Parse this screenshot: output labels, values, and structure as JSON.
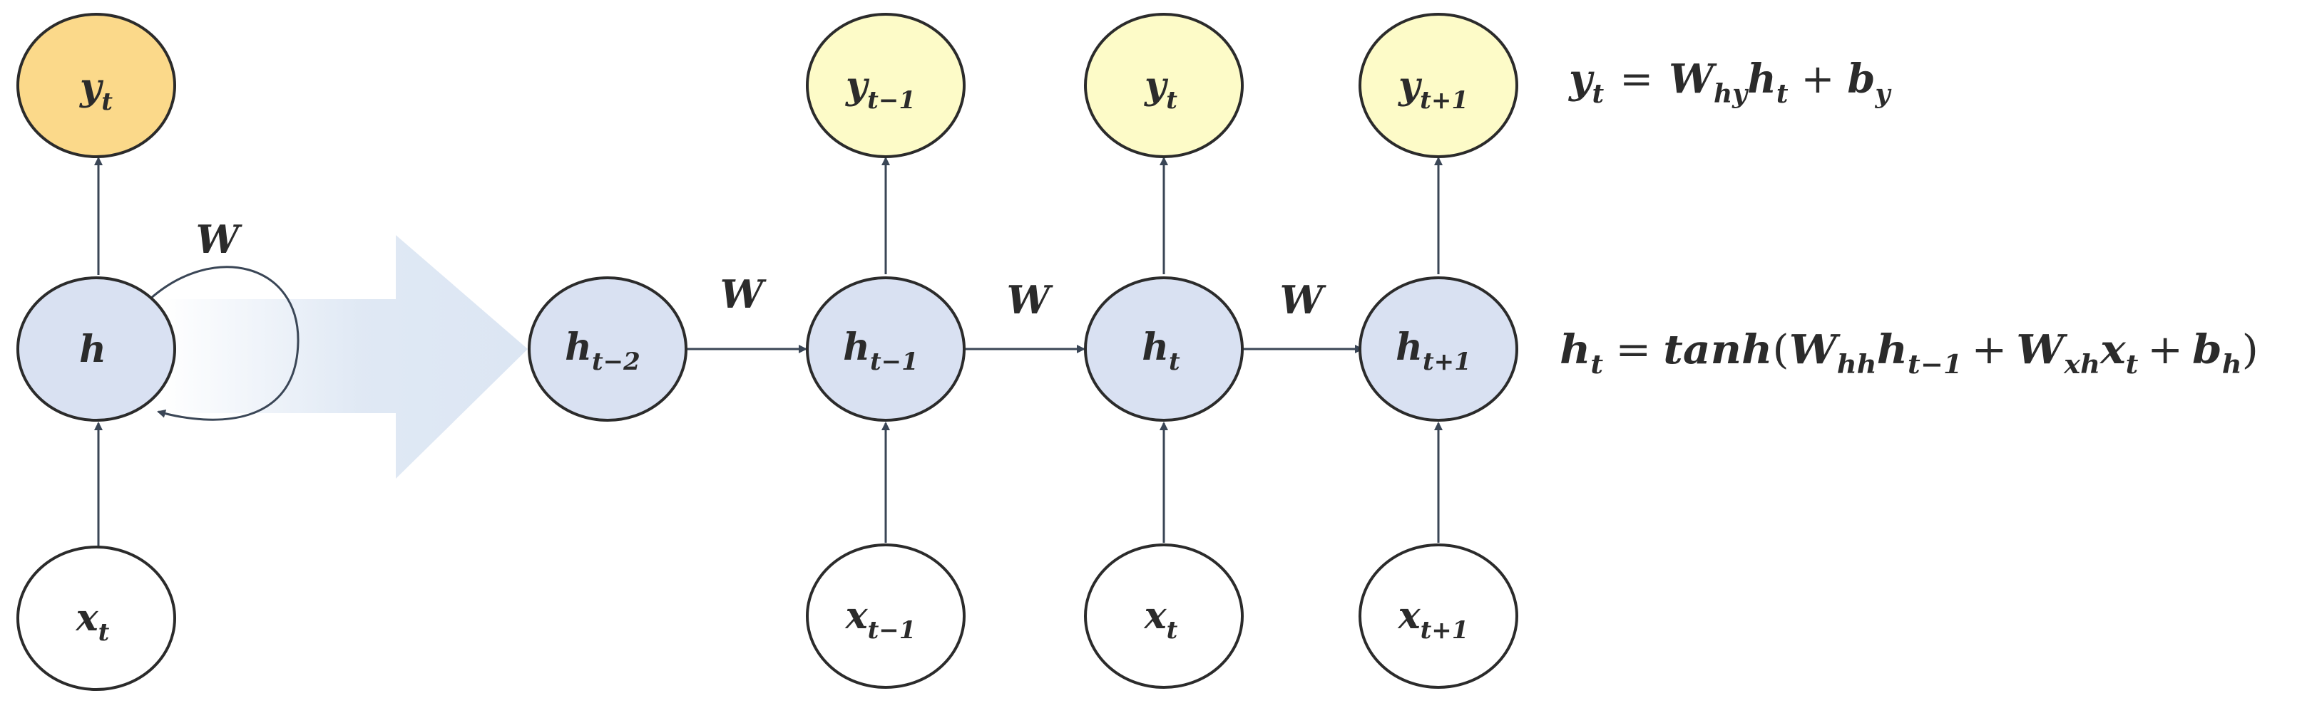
{
  "colors": {
    "stroke": "#2b2b2b",
    "arrow": "#3a4656",
    "hidden_fill": "#d9e1f2",
    "output_fill_folded": "#fbd98a",
    "output_fill_unrolled": "#fdfbc8",
    "input_fill": "#ffffff",
    "unfold_arrow": "#dce6f3"
  },
  "folded": {
    "output": {
      "base": "y",
      "sub": "t"
    },
    "hidden": {
      "base": "h",
      "sub": ""
    },
    "input": {
      "base": "x",
      "sub": "t"
    },
    "recurrent_weight": "W"
  },
  "unrolled": {
    "start_hidden": {
      "base": "h",
      "sub": "t−2"
    },
    "steps": [
      {
        "output": {
          "base": "y",
          "sub": "t−1"
        },
        "hidden": {
          "base": "h",
          "sub": "t−1"
        },
        "input": {
          "base": "x",
          "sub": "t−1"
        },
        "incoming_weight": "W"
      },
      {
        "output": {
          "base": "y",
          "sub": "t"
        },
        "hidden": {
          "base": "h",
          "sub": "t"
        },
        "input": {
          "base": "x",
          "sub": "t"
        },
        "incoming_weight": "W"
      },
      {
        "output": {
          "base": "y",
          "sub": "t+1"
        },
        "hidden": {
          "base": "h",
          "sub": "t+1"
        },
        "input": {
          "base": "x",
          "sub": "t+1"
        },
        "incoming_weight": "W"
      }
    ]
  },
  "equations": {
    "output": {
      "lhs": "y",
      "lhs_sub": "t",
      "eq": "=",
      "w": "W",
      "w_sub": "hy",
      "h": "h",
      "h_sub": "t",
      "plus": "+",
      "b": "b",
      "b_sub": "y"
    },
    "hidden": {
      "lhs": "h",
      "lhs_sub": "t",
      "eq": "=",
      "fn": "tanh",
      "lparen": "(",
      "w1": "W",
      "w1_sub": "hh",
      "h": "h",
      "h_sub": "t−1",
      "plus1": "+",
      "w2": "W",
      "w2_sub": "xh",
      "x": "x",
      "x_sub": "t",
      "plus2": "+",
      "b": "b",
      "b_sub": "h",
      "rparen": ")"
    }
  }
}
